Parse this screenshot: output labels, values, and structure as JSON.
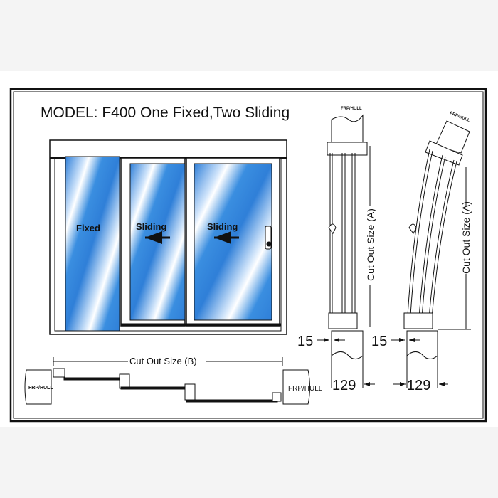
{
  "title": "MODEL: F400 One Fixed,Two Sliding",
  "panels": {
    "fixed": "Fixed",
    "sliding_1": "Sliding",
    "sliding_2": "Sliding"
  },
  "section_straight": {
    "hull_label": "FRP/HULL",
    "dim_a": "Cut Out Size  (A)",
    "dim_15": "15",
    "dim_129": "129"
  },
  "section_curved": {
    "hull_label": "FRP/HULL",
    "dim_a": "Cut Out Size  (A)",
    "dim_15": "15",
    "dim_129": "129"
  },
  "plan": {
    "dim_b": "Cut Out Size  (B)",
    "hull_left": "FRP/HULL",
    "hull_right": "FRP/HULL"
  },
  "colors": {
    "glass": "#3a8ee0",
    "line": "#111111"
  }
}
